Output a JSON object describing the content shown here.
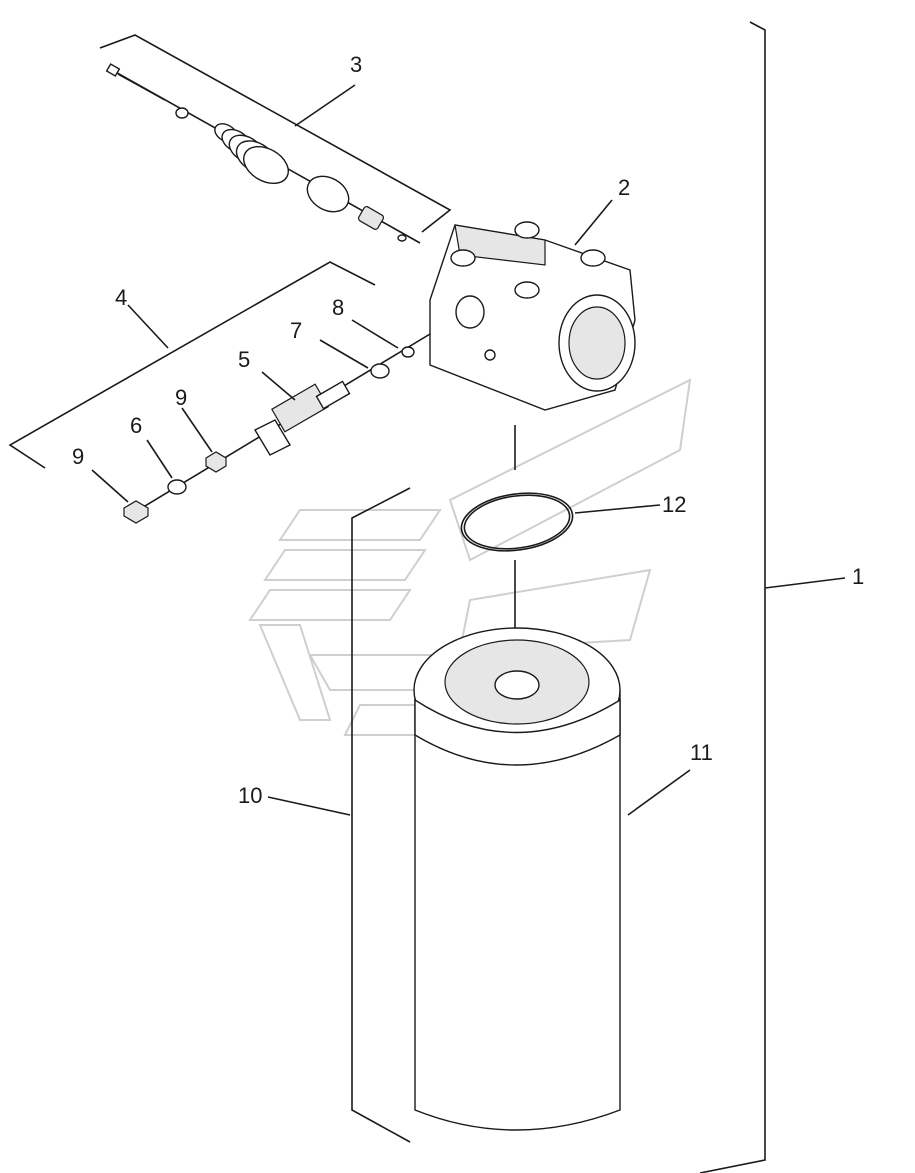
{
  "diagram": {
    "callouts": [
      {
        "id": "1",
        "label": "1"
      },
      {
        "id": "2",
        "label": "2"
      },
      {
        "id": "3",
        "label": "3"
      },
      {
        "id": "4",
        "label": "4"
      },
      {
        "id": "5",
        "label": "5"
      },
      {
        "id": "6",
        "label": "6"
      },
      {
        "id": "7",
        "label": "7"
      },
      {
        "id": "8",
        "label": "8"
      },
      {
        "id": "9a",
        "label": "9"
      },
      {
        "id": "9b",
        "label": "9"
      },
      {
        "id": "10",
        "label": "10"
      },
      {
        "id": "11",
        "label": "11"
      },
      {
        "id": "12",
        "label": "12"
      }
    ]
  }
}
